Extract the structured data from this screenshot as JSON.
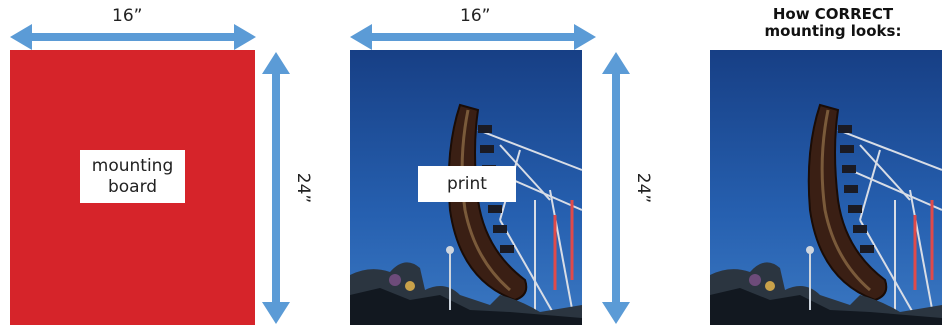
{
  "panel1": {
    "width_label": "16”",
    "height_label": "24”",
    "box_label_line1": "mounting",
    "box_label_line2": "board"
  },
  "panel2": {
    "width_label": "16”",
    "height_label": "24”",
    "box_label": "print"
  },
  "panel3": {
    "caption_line1": "How CORRECT",
    "caption_line2": "mounting looks:"
  },
  "colors": {
    "board": "#d6242a",
    "arrow": "#5b9bd6",
    "sky": "#1f4f98"
  }
}
